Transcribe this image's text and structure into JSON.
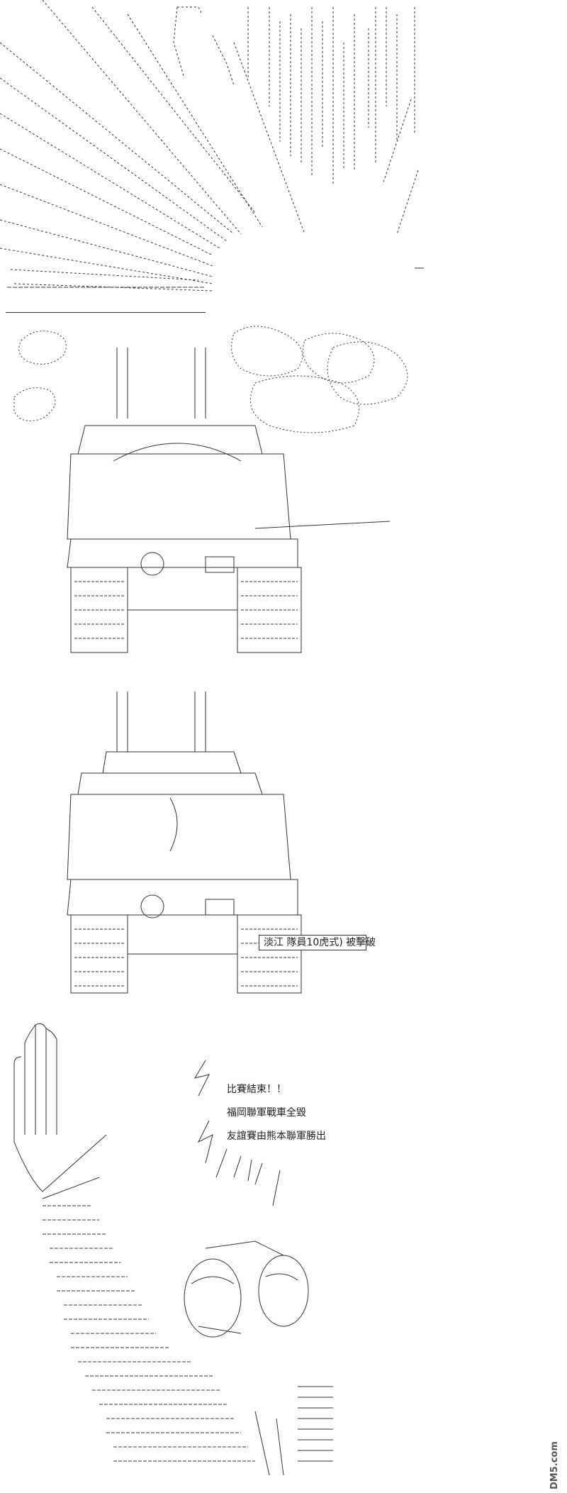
{
  "panels": [
    {
      "id": "impact-burst"
    },
    {
      "id": "tank-with-dust"
    },
    {
      "id": "tank-caption"
    },
    {
      "id": "ending"
    }
  ],
  "caption": {
    "text": "淡江 隊員10虎式) 被擊破"
  },
  "dialog": {
    "lines": [
      "比賽結束！！",
      "福岡聯軍戰車全毀",
      "友誼賽由熊本聯軍勝出"
    ]
  },
  "watermark": {
    "text": "DM5.com"
  },
  "colors": {
    "ink": "#222222",
    "background": "#ffffff"
  }
}
